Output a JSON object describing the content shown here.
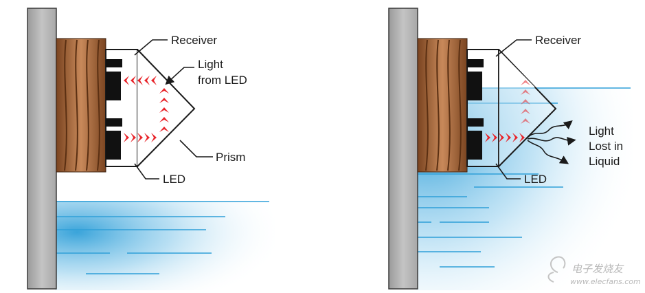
{
  "left_panel": {
    "receiver_label": "Receiver",
    "light_label_line1": "Light",
    "light_label_line2": "from LED",
    "prism_label": "Prism",
    "led_label": "LED"
  },
  "right_panel": {
    "receiver_label": "Receiver",
    "lost_label_line1": "Light",
    "lost_label_line2": "Lost in",
    "lost_label_line3": "Liquid",
    "led_label": "LED"
  },
  "watermark": {
    "line1": "电子发烧友",
    "line2": "www.elecfans.com"
  },
  "colors": {
    "wall": "#b9b9b9",
    "thread": "#a46a3c",
    "liquid": "#3aa3d6",
    "light": "#e8242a",
    "outline": "#1a1a1a"
  }
}
